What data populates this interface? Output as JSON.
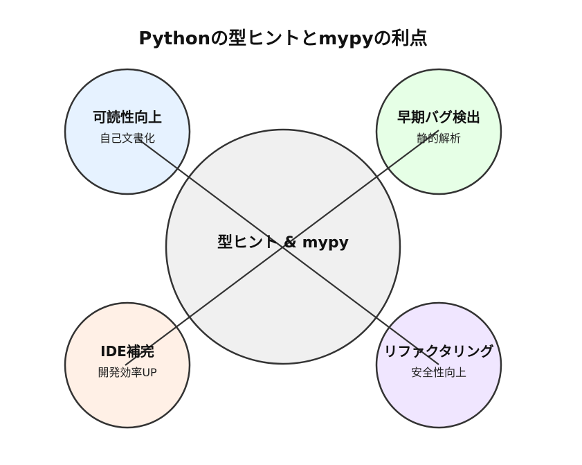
{
  "title": "Pythonの型ヒントとmypyの利点",
  "center": {
    "label": "型ヒント & mypy",
    "fill": "#f0f0f0"
  },
  "nodes": {
    "top_left": {
      "title": "可読性向上",
      "subtitle": "自己文書化",
      "fill": "#e6f2ff"
    },
    "top_right": {
      "title": "早期バグ検出",
      "subtitle": "静的解析",
      "fill": "#e6ffe6"
    },
    "bottom_left": {
      "title": "IDE補完",
      "subtitle": "開発効率UP",
      "fill": "#fff0e6"
    },
    "bottom_right": {
      "title": "リファクタリング",
      "subtitle": "安全性向上",
      "fill": "#f0e6ff"
    }
  },
  "colors": {
    "stroke": "#333333",
    "text": "#111111"
  }
}
